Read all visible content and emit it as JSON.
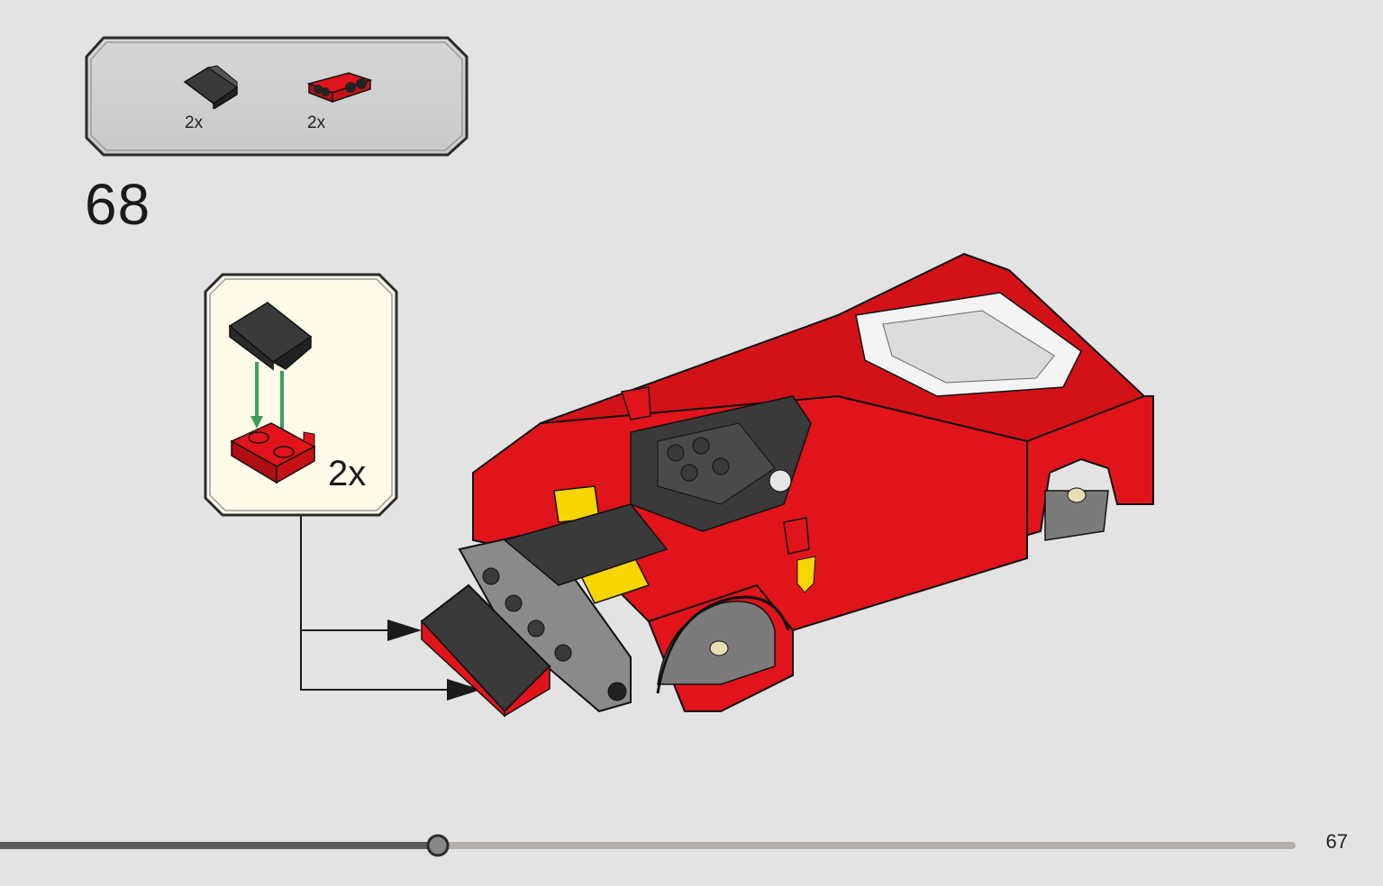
{
  "parts_list": {
    "items": [
      {
        "part": "black-slope-2x2-icon",
        "color": "#3a3a3a",
        "quantity": "2x"
      },
      {
        "part": "red-plate-1x2-with-wheel-holders-icon",
        "color": "#e0141a",
        "quantity": "2x"
      }
    ]
  },
  "step": {
    "number": "68"
  },
  "sub_assembly": {
    "quantity": "2x",
    "background": "#fffbe8"
  },
  "progress": {
    "fraction": 0.33
  },
  "page": {
    "number": "67"
  },
  "colors": {
    "page_background": "#e3e3e3",
    "model_red": "#e0141a",
    "dark_gray": "#3a3a3a",
    "arrow_green": "#3aa05a",
    "yellow": "#f7d500"
  }
}
